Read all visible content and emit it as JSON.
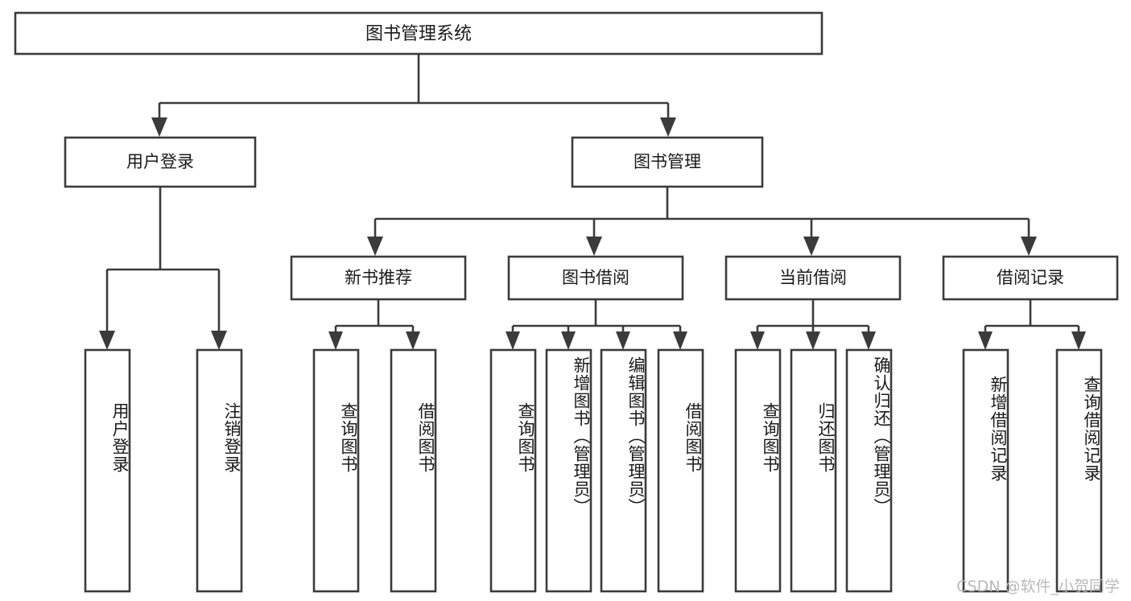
{
  "diagram": {
    "title": "图书管理系统",
    "type": "tree",
    "root": {
      "label": "图书管理系统"
    },
    "level2": [
      {
        "label": "用户登录"
      },
      {
        "label": "图书管理"
      }
    ],
    "level3": [
      {
        "label": "新书推荐"
      },
      {
        "label": "图书借阅"
      },
      {
        "label": "当前借阅"
      },
      {
        "label": "借阅记录"
      }
    ],
    "leaves": {
      "user_login": [
        {
          "label": "用户登录"
        },
        {
          "label": "注销登录"
        }
      ],
      "new_book_recommend": [
        {
          "label": "查询图书"
        },
        {
          "label": "借阅图书"
        }
      ],
      "book_borrow": [
        {
          "label": "查询图书"
        },
        {
          "label": "新增图书（管理员）"
        },
        {
          "label": "编辑图书（管理员）"
        },
        {
          "label": "借阅图书"
        }
      ],
      "current_borrow": [
        {
          "label": "查询图书"
        },
        {
          "label": "归还图书"
        },
        {
          "label": "确认归还（管理员）"
        }
      ],
      "borrow_record": [
        {
          "label": "新增借阅记录"
        },
        {
          "label": "查询借阅记录"
        }
      ]
    }
  },
  "watermark": {
    "text": "CSDN @软件_小贺同学"
  },
  "colors": {
    "stroke": "#3b3b3b",
    "fill": "#ffffff",
    "text": "#1a1a1a",
    "watermark": "#b9b9b9",
    "background": "#ffffff"
  }
}
